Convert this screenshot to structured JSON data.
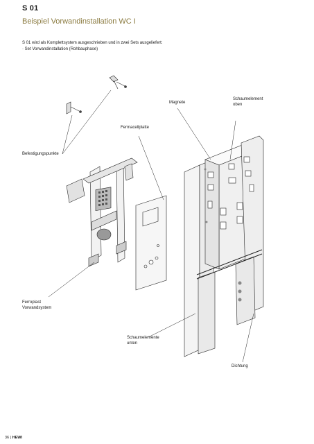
{
  "header": {
    "title": "S 01",
    "subtitle": "Beispiel Vorwandinstallation WC I"
  },
  "intro": {
    "line1": "S 01 wird als Komplettsystem ausgeschrieben und in zwei Sets ausgeliefert:",
    "line2": "· Set Vorwandinstallation (Rohbauphase)"
  },
  "labels": {
    "magnete": "Magnete",
    "schaumelement_oben_1": "Schaumelement",
    "schaumelement_oben_2": "oben",
    "fermacellplatte": "Fermacellplatte",
    "befestigungspunkte": "Befestigungspunkte",
    "ferroplast_1": "Ferroplast",
    "ferroplast_2": "Vorwandsystem",
    "schaumelemente_unten_1": "Schaumelemente",
    "schaumelemente_unten_2": "unten",
    "dichtung": "Dichtung"
  },
  "footer": {
    "page": "36",
    "separator": "|",
    "brand": "HEWI"
  },
  "colors": {
    "accent": "#8a7a3f",
    "text": "#1a1a1a",
    "line": "#222222"
  }
}
